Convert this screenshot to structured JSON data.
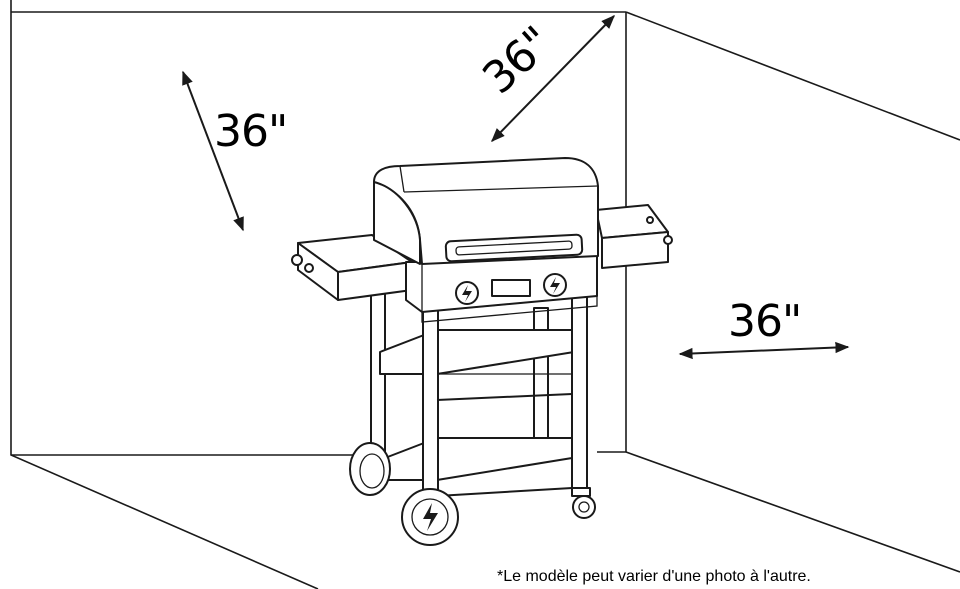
{
  "dimensions": {
    "back_wall_top": "36\"",
    "side_wall": "36\"",
    "front_clearance": "36\""
  },
  "footnote": "*Le modèle peut varier d'une photo à l'autre."
}
